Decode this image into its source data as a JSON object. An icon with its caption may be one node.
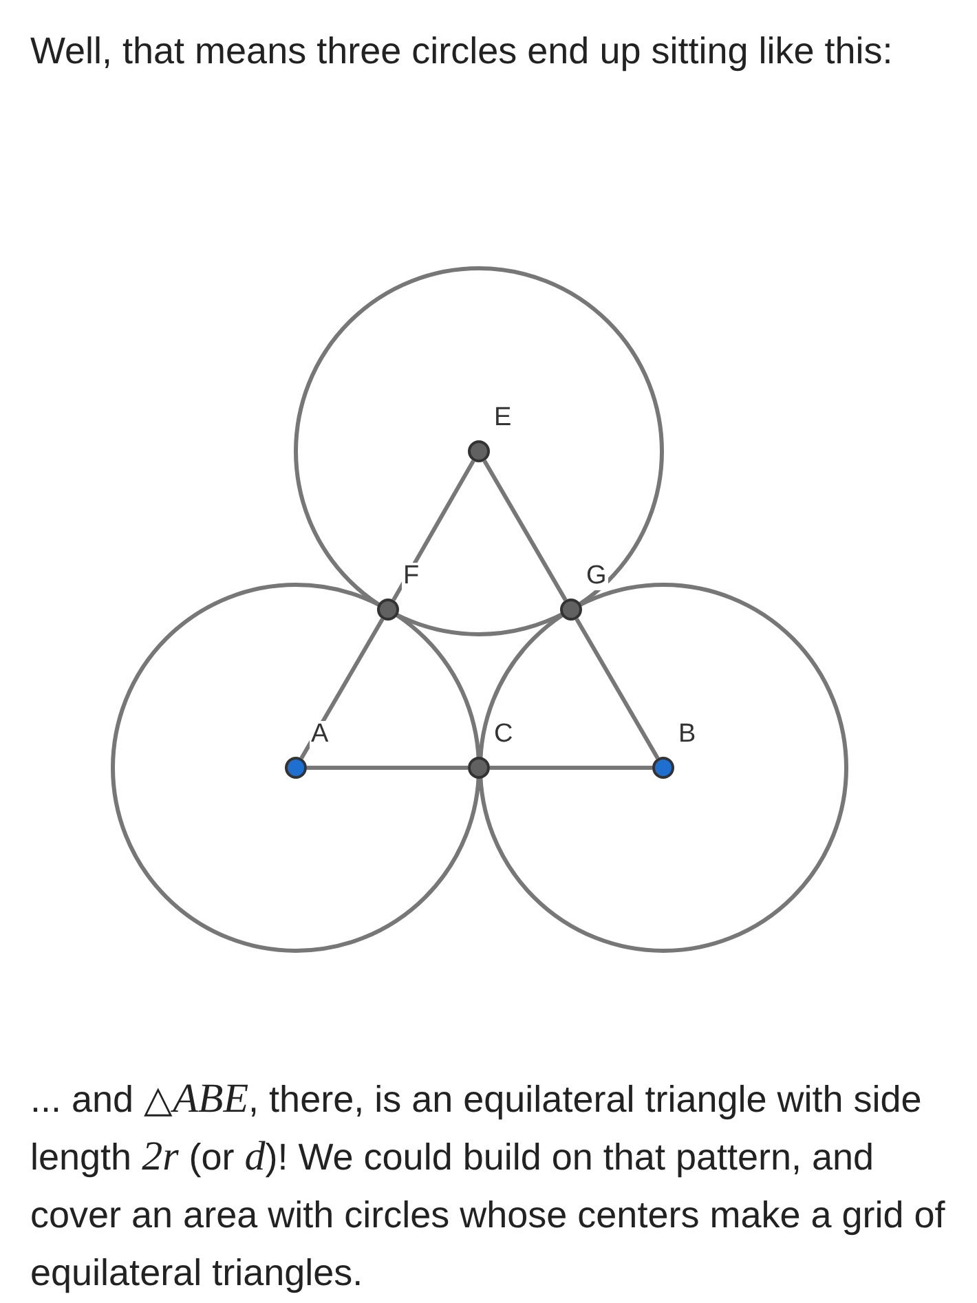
{
  "diagram": {
    "nodes": [
      {
        "text": [],
        "shape": "circle",
        "beside": [
          "E"
        ]
      },
      {
        "text": [],
        "shape": "circle",
        "beside": [
          "F"
        ]
      },
      {
        "text": [],
        "shape": "circle",
        "beside": [
          "G"
        ]
      },
      {
        "text": [],
        "shape": "circle",
        "beside": [
          "A"
        ]
      },
      {
        "text": [],
        "shape": "circle",
        "beside": [
          "C"
        ]
      },
      {
        "text": [],
        "shape": "circle",
        "beside": [
          "B"
        ]
      }
    ],
    "edges": [
      {
        "from": 3,
        "to": 4,
        "arrow": "none"
      },
      {
        "from": 4,
        "to": 5,
        "arrow": "none"
      },
      {
        "from": 3,
        "to": 1,
        "arrow": "none"
      },
      {
        "from": 1,
        "to": 0,
        "arrow": "none"
      },
      {
        "from": 0,
        "to": 2,
        "arrow": "none"
      },
      {
        "from": 2,
        "to": 5,
        "arrow": "none"
      }
    ],
    "labels": [
      "Well, that means three circles end up sitting like this:",
      "... and △*ABE*, there, is an equilateral triangle with side length *2r* (or *d*)! We could build on that pattern, and cover an area with circles whose centers make a grid of equilateral triangles."
    ]
  }
}
